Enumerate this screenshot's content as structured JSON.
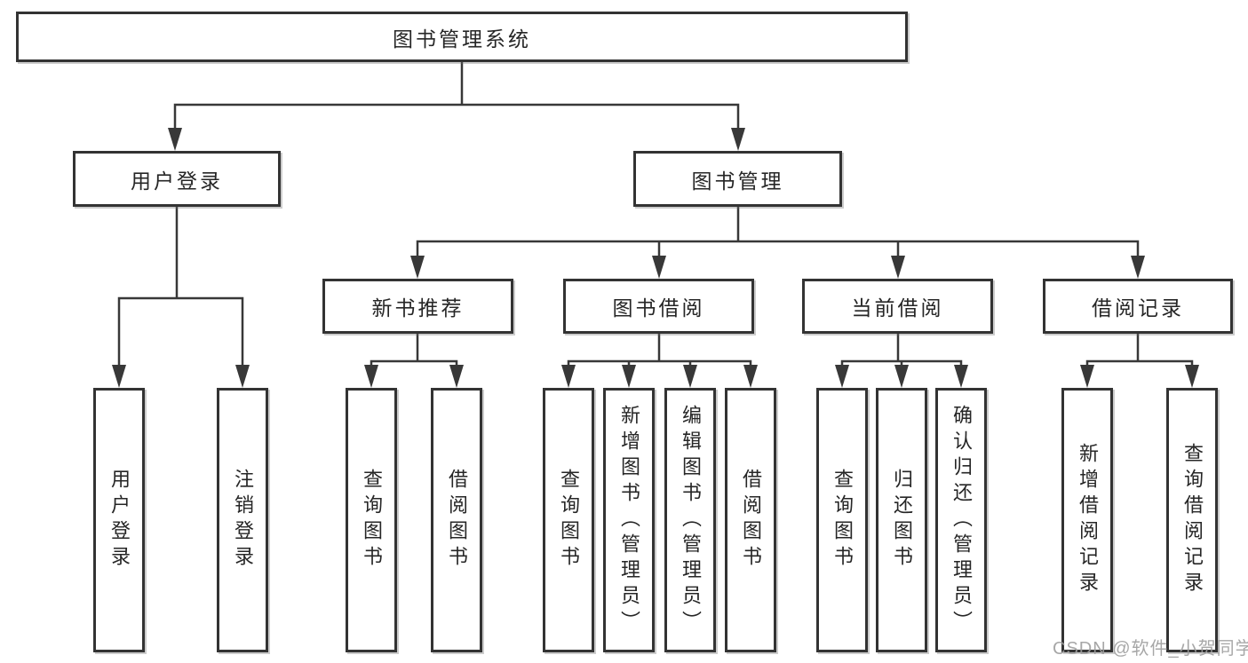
{
  "diagram": {
    "title": "图书管理系统",
    "tree": {
      "label": "图书管理系统",
      "children": [
        {
          "label": "用户登录",
          "children": [
            {
              "label": "用户登录"
            },
            {
              "label": "注销登录"
            }
          ]
        },
        {
          "label": "图书管理",
          "children": [
            {
              "label": "新书推荐",
              "children": [
                {
                  "label": "查询图书"
                },
                {
                  "label": "借阅图书"
                }
              ]
            },
            {
              "label": "图书借阅",
              "children": [
                {
                  "label": "查询图书"
                },
                {
                  "label": "新增图书（管理员）"
                },
                {
                  "label": "编辑图书（管理员）"
                },
                {
                  "label": "借阅图书"
                }
              ]
            },
            {
              "label": "当前借阅",
              "children": [
                {
                  "label": "查询图书"
                },
                {
                  "label": "归还图书"
                },
                {
                  "label": "确认归还（管理员）"
                }
              ]
            },
            {
              "label": "借阅记录",
              "children": [
                {
                  "label": "新增借阅记录"
                },
                {
                  "label": "查询借阅记录"
                }
              ]
            }
          ]
        }
      ]
    },
    "watermark": "CSDN @软件_小贺同学",
    "colors": {
      "line": "#383838",
      "box_border": "#333333",
      "text": "#262626",
      "background": "#ffffff",
      "watermark": "#9e9e9e"
    }
  }
}
